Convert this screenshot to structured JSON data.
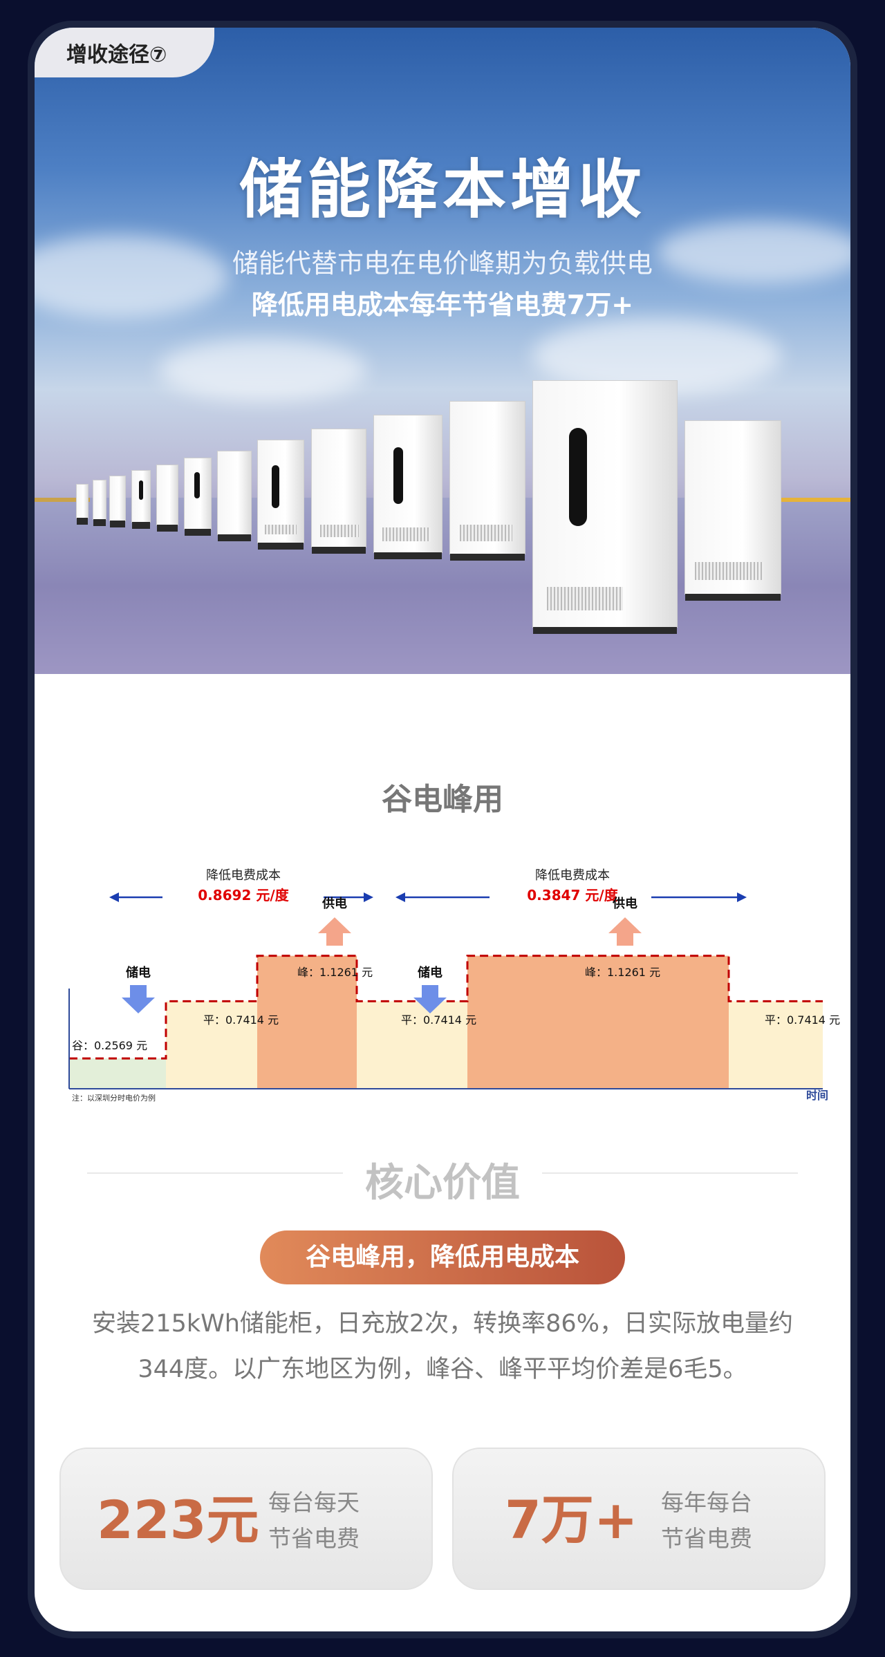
{
  "tag": "增收途径⑦",
  "hero": {
    "title": "储能降本增收",
    "subtitle1": "储能代替市电在电价峰期为负载供电",
    "subtitle2": "降低用电成本每年节省电费7万+"
  },
  "chart_section": {
    "title": "谷电峰用",
    "saving_label_1": "降低电费成本",
    "saving_value_1": "0.8692 元/度",
    "saving_label_2": "降低电费成本",
    "saving_value_2": "0.3847 元/度",
    "store_label": "储电",
    "supply_label": "供电",
    "valley_label": "谷：0.2569 元",
    "flat_label": "平：0.7414 元",
    "peak_label": "峰：1.1261 元",
    "x_axis_label": "时间",
    "note": "注：以深圳分时电价为例"
  },
  "chart_data": {
    "type": "area",
    "categories": [
      "谷",
      "平",
      "峰",
      "平",
      "峰",
      "平"
    ],
    "values": [
      0.2569,
      0.7414,
      1.1261,
      0.7414,
      1.1261,
      0.7414
    ],
    "xlabel": "时间",
    "ylabel": "",
    "ylim": [
      0,
      1.2
    ],
    "annotations": [
      "降低电费成本 0.8692 元/度",
      "降低电费成本 0.3847 元/度",
      "储电",
      "供电"
    ]
  },
  "value_section": {
    "title": "核心价值",
    "pill": "谷电峰用，降低用电成本",
    "description": "安装215kWh储能柜，日充放2次，转换率86%，日实际放电量约344度。以广东地区为例，峰谷、峰平平均价差是6毛5。"
  },
  "stats": [
    {
      "value": "223元",
      "line1": "每台每天",
      "line2": "节省电费"
    },
    {
      "value": "7万+",
      "line1": "每年每台",
      "line2": "节省电费"
    }
  ],
  "colors": {
    "accent": "#c96b45",
    "valley": "#e3efd9",
    "flat": "#fdf1cf",
    "peak": "#f4b187",
    "dash": "#c00000",
    "arrow_store": "#6d8ee8",
    "arrow_supply": "#f4a58a"
  }
}
